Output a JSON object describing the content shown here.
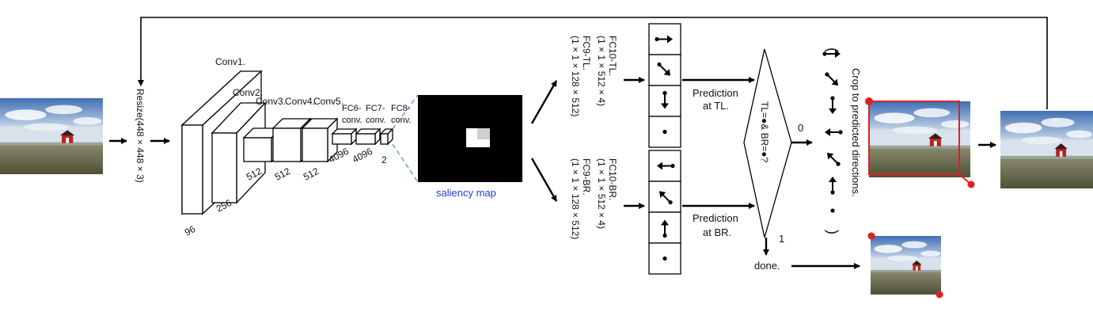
{
  "resize_label": "Resize(448 × 448 × 3)",
  "conv_labels": [
    "Conv1.",
    "Conv2.",
    "Conv3.",
    "Conv4.",
    "Conv5.",
    "FC6-",
    "conv.",
    "FC7-",
    "conv.",
    "FC8-",
    "conv."
  ],
  "dim_labels": [
    "96",
    "256",
    "512",
    "512",
    "512",
    "4096",
    "4096",
    "2"
  ],
  "saliency_label": "saliency map",
  "tl_branch": {
    "line1": "FC10-TL.",
    "line2": "(1 × 1 × 512 × 4)",
    "line3": "FC9-TL.",
    "line4": "(1 × 1 × 128 × 512)"
  },
  "br_branch": {
    "line1": "FC10-BR.",
    "line2": "(1 × 1 × 512 × 4)",
    "line3": "FC9-BR.",
    "line4": "(1 × 1 × 128 × 512)"
  },
  "prediction_tl": [
    "Prediction",
    "at TL."
  ],
  "prediction_br": [
    "Prediction",
    "at BR."
  ],
  "decision_label": "TL=●& BR=●?",
  "branch_zero": "0",
  "branch_one": "1",
  "done_label": "done.",
  "crop_label": "Crop to predicted directions.",
  "tl_icons": [
    "arrow-right-icon",
    "arrow-down-right-icon",
    "arrow-down-icon",
    "dot-icon"
  ],
  "br_icons": [
    "arrow-left-icon",
    "arrow-up-left-icon",
    "arrow-up-icon",
    "dot-icon"
  ],
  "crop_icons": [
    "arrow-right-icon",
    "arrow-down-right-icon",
    "arrow-down-icon",
    "arrow-left-icon",
    "arrow-up-left-icon",
    "arrow-up-icon",
    "dot-icon"
  ],
  "colors": {
    "crop_box": "#e02020",
    "saliency_label": "#1c3fd6",
    "dashed": "#5b8fd0"
  }
}
